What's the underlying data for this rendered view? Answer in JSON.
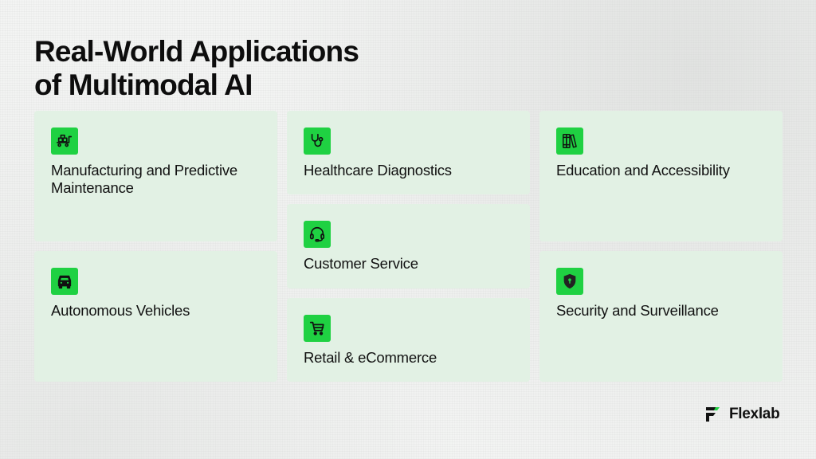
{
  "slide": {
    "title_line1": "Real-World Applications",
    "title_line2": "of Multimodal AI"
  },
  "cards": [
    {
      "label": "Manufacturing and Predictive Maintenance",
      "icon": "cart-trolley-boxes-icon"
    },
    {
      "label": "Healthcare Diagnostics",
      "icon": "stethoscope-icon"
    },
    {
      "label": "Education and Accessibility",
      "icon": "books-icon"
    },
    {
      "label": "Customer Service",
      "icon": "headset-icon"
    },
    {
      "label": "Autonomous Vehicles",
      "icon": "car-icon"
    },
    {
      "label": "Security and Surveillance",
      "icon": "shield-lock-icon"
    },
    {
      "label": "Retail & eCommerce",
      "icon": "shopping-cart-icon"
    }
  ],
  "brand": {
    "name": "Flexlab",
    "accent_color": "#1fd142",
    "card_color": "#e2f1e4"
  }
}
